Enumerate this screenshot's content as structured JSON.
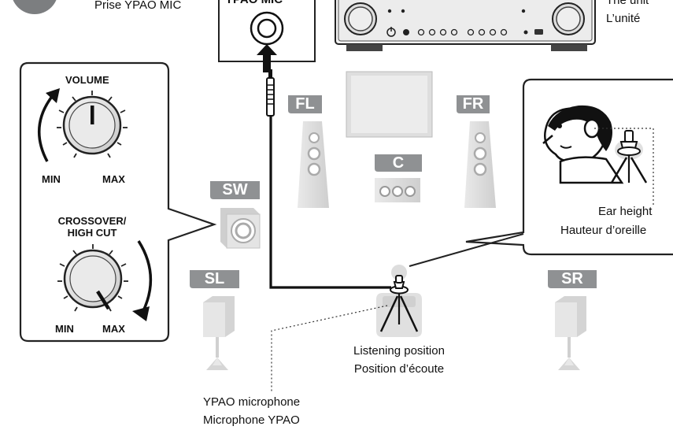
{
  "connector": {
    "port_label_fr": "Prise YPAO MIC",
    "port_title": "YPAO MIC"
  },
  "unit": {
    "label_en": "The unit",
    "label_fr": "L’unité"
  },
  "volume_panel": {
    "volume_title": "VOLUME",
    "volume_min": "MIN",
    "volume_max": "MAX",
    "crossover_title_line1": "CROSSOVER/",
    "crossover_title_line2": "HIGH CUT",
    "crossover_min": "MIN",
    "crossover_max": "MAX"
  },
  "speakers": {
    "fl": "FL",
    "fr": "FR",
    "c": "C",
    "sw": "SW",
    "sl": "SL",
    "sr": "SR"
  },
  "ear_panel": {
    "label_en": "Ear height",
    "label_fr": "Hauteur d’oreille"
  },
  "listening": {
    "label_en": "Listening position",
    "label_fr": "Position d’écoute"
  },
  "microphone": {
    "label_en": "YPAO microphone",
    "label_fr": "Microphone YPAO"
  },
  "colors": {
    "tag_gray": "#8f9193",
    "speaker_light": "#e3e3e3",
    "speaker_mid": "#cfcfcf",
    "line_dark": "#111111",
    "panel_border": "#222222"
  }
}
